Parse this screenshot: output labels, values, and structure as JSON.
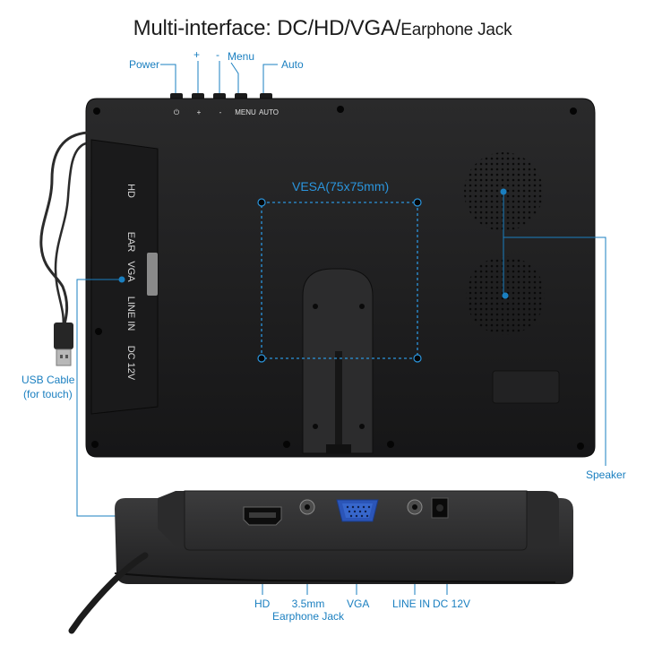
{
  "title": {
    "main": "Multi-interface: DC/HD/VGA/",
    "suffix": "Earphone Jack"
  },
  "callouts": {
    "power": "Power",
    "plus": "+",
    "minus": "-",
    "menu": "Menu",
    "auto": "Auto",
    "vesa": "VESA(75x75mm)",
    "usb_line1": "USB Cable",
    "usb_line2": "(for touch)",
    "speaker": "Speaker",
    "hd": "HD",
    "earphone_line1": "3.5mm",
    "earphone_line2": "Earphone Jack",
    "vga": "VGA",
    "line_in": "LINE IN",
    "dc": "DC 12V"
  },
  "button_marks": {
    "power_symbol": "⏻",
    "plus": "+",
    "minus": "-",
    "menu": "MENU",
    "auto": "AUTO"
  },
  "side_panel_labels": [
    "HD",
    "EAR",
    "VGA",
    "LINE IN",
    "DC 12V"
  ],
  "colors": {
    "accent": "#1a7fc0",
    "vesa": "#2b95dd",
    "monitor_body": "#1e1e1f",
    "panel": "#2a2a2b"
  },
  "icons": {
    "power_button": "power-icon",
    "usb_plug": "usb-plug-icon",
    "hdmi_port": "hdmi-port-icon",
    "vga_port": "vga-port-icon",
    "audio_jack": "audio-jack-icon",
    "dc_jack": "dc-jack-icon",
    "speaker_grille": "speaker-grille-icon"
  }
}
